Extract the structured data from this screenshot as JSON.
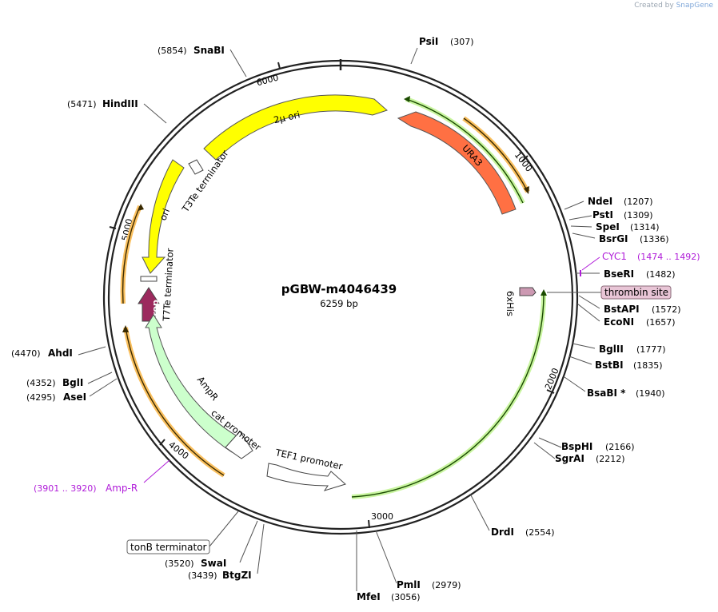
{
  "brand": {
    "created_by": "Created by",
    "name": "SnapGene"
  },
  "plasmid": {
    "name": "pGBW-m4046439",
    "length_label": "6259 bp",
    "length": 6259
  },
  "ticks": [
    {
      "pos": 1000,
      "label": "1000"
    },
    {
      "pos": 2000,
      "label": "2000"
    },
    {
      "pos": 3000,
      "label": "3000"
    },
    {
      "pos": 4000,
      "label": "4000"
    },
    {
      "pos": 5000,
      "label": "5000"
    },
    {
      "pos": 6000,
      "label": "6000"
    }
  ],
  "sites": [
    {
      "name": "PsiI",
      "pos": "(307)",
      "bp": 307,
      "side": "right"
    },
    {
      "name": "NdeI",
      "pos": "(1207)",
      "bp": 1207,
      "side": "right"
    },
    {
      "name": "PstI",
      "pos": "(1309)",
      "bp": 1309,
      "side": "right"
    },
    {
      "name": "SpeI",
      "pos": "(1314)",
      "bp": 1314,
      "side": "right"
    },
    {
      "name": "BsrGI",
      "pos": "(1336)",
      "bp": 1336,
      "side": "right"
    },
    {
      "name": "BseRI",
      "pos": "(1482)",
      "bp": 1482,
      "side": "right"
    },
    {
      "name": "BstAPI",
      "pos": "(1572)",
      "bp": 1572,
      "side": "right"
    },
    {
      "name": "EcoNI",
      "pos": "(1657)",
      "bp": 1657,
      "side": "right"
    },
    {
      "name": "BglII",
      "pos": "(1777)",
      "bp": 1777,
      "side": "right"
    },
    {
      "name": "BstBI",
      "pos": "(1835)",
      "bp": 1835,
      "side": "right"
    },
    {
      "name": "BsaBI *",
      "pos": "(1940)",
      "bp": 1940,
      "side": "right"
    },
    {
      "name": "BspHI",
      "pos": "(2166)",
      "bp": 2166,
      "side": "right"
    },
    {
      "name": "SgrAI",
      "pos": "(2212)",
      "bp": 2212,
      "side": "right"
    },
    {
      "name": "DrdI",
      "pos": "(2554)",
      "bp": 2554,
      "side": "right"
    },
    {
      "name": "PmlI",
      "pos": "(2979)",
      "bp": 2979,
      "side": "right"
    },
    {
      "name": "MfeI",
      "pos": "(3056)",
      "bp": 3056,
      "side": "right"
    },
    {
      "name": "BtgZI",
      "pos": "(3439)",
      "bp": 3439,
      "side": "left"
    },
    {
      "name": "SwaI",
      "pos": "(3520)",
      "bp": 3520,
      "side": "left"
    },
    {
      "name": "AseI",
      "pos": "(4295)",
      "bp": 4295,
      "side": "left"
    },
    {
      "name": "BglI",
      "pos": "(4352)",
      "bp": 4352,
      "side": "left"
    },
    {
      "name": "AhdI",
      "pos": "(4470)",
      "bp": 4470,
      "side": "left"
    },
    {
      "name": "HindIII",
      "pos": "(5471)",
      "bp": 5471,
      "side": "left"
    },
    {
      "name": "SnaBI",
      "pos": "(5854)",
      "bp": 5854,
      "side": "left"
    }
  ],
  "primers": [
    {
      "name": "CYC1",
      "range": "(1474 .. 1492)"
    },
    {
      "name": "Amp-R",
      "range": "(3901 .. 3920)"
    }
  ],
  "boxed_features": [
    {
      "name": "thrombin site"
    },
    {
      "name": "tonB terminator"
    }
  ],
  "features": [
    {
      "name": "2μ ori",
      "color": "#ffff00"
    },
    {
      "name": "URA3",
      "color": "#ff7043"
    },
    {
      "name": "ori",
      "color": "#ffff00"
    },
    {
      "name": "T3Te terminator",
      "color": "#ffffff"
    },
    {
      "name": "T7Te terminator",
      "color": "#ffffff"
    },
    {
      "name": "rop",
      "color": "#9c2a5e"
    },
    {
      "name": "AmpR",
      "color": "#ccffcc"
    },
    {
      "name": "cat promoter",
      "color": "#ffffff"
    },
    {
      "name": "TEF1 promoter",
      "color": "#ffffff"
    },
    {
      "name": "6xHis",
      "color": "#cc99b2"
    }
  ]
}
